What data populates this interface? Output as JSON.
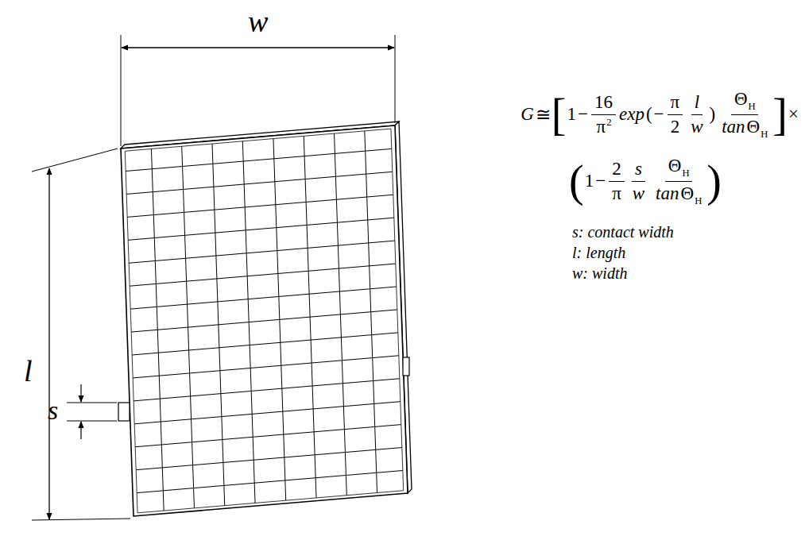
{
  "diagram": {
    "labels": [
      "w",
      "l",
      "s",
      "G",
      "≅",
      "[",
      "1",
      "−",
      "16",
      "π",
      "2",
      "exp",
      "(",
      "−",
      "π",
      "2",
      "l",
      "w",
      ")",
      "Θ",
      "H",
      "tan",
      "Θ",
      "H",
      "]",
      "×",
      "(",
      "1",
      "−",
      "2",
      "π",
      "s",
      "w",
      "Θ",
      "H",
      "tan",
      "Θ",
      "H",
      ")",
      "s: contact width",
      "l: length",
      "w: width"
    ]
  }
}
